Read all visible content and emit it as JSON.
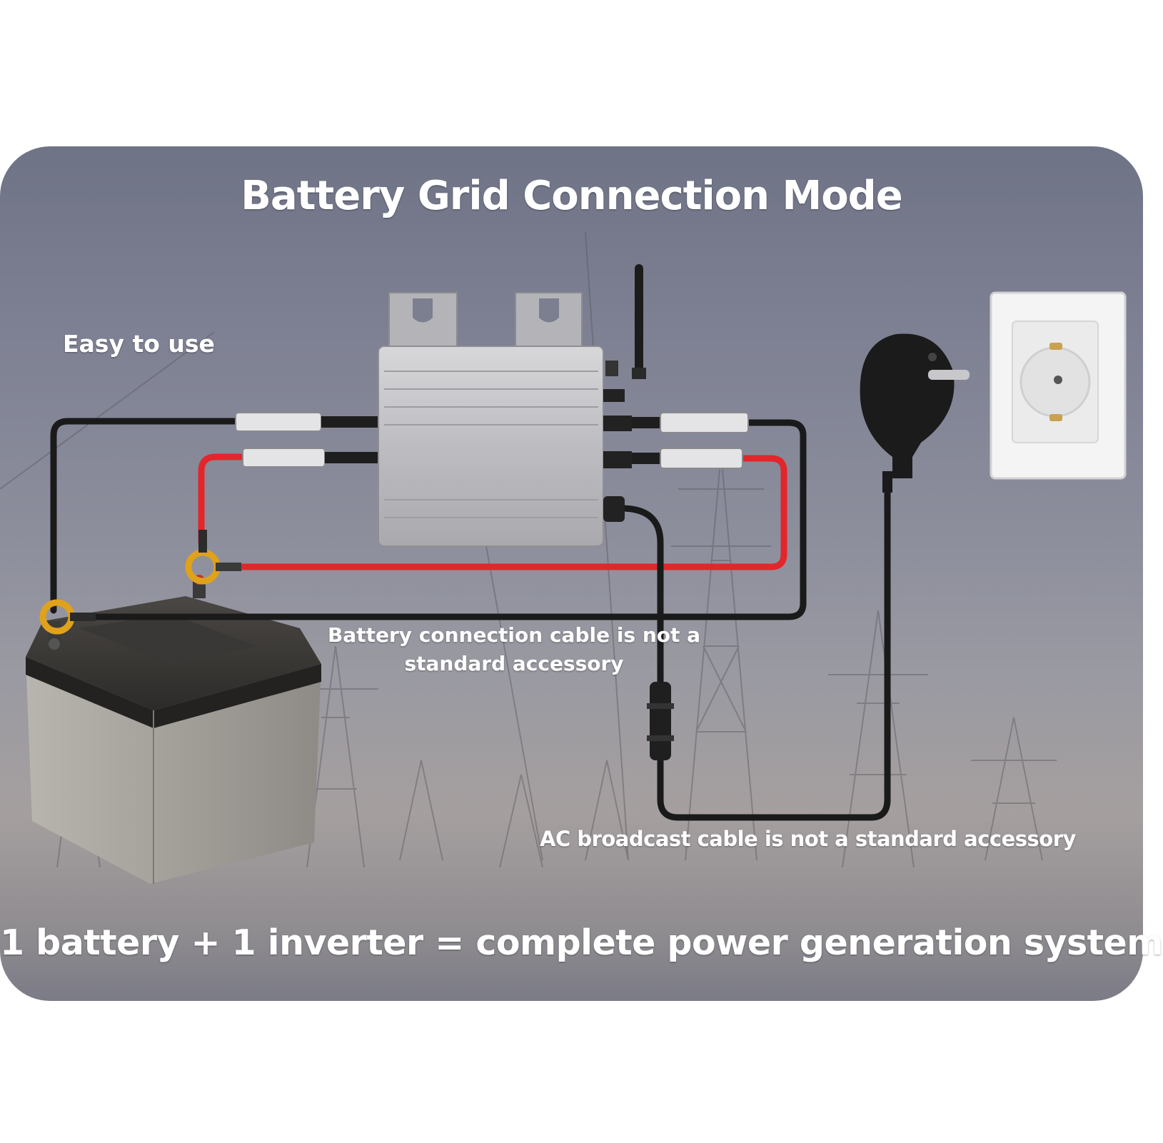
{
  "title": "Battery Grid Connection Mode",
  "easy_label": "Easy to use",
  "battery_cable_note": "Battery connection cable is not a standard accessory",
  "ac_cable_note": "AC broadcast cable is not a standard accessory",
  "summary": "1 battery + 1 inverter = complete power generation system",
  "colors": {
    "positive_cable": "#e3262b",
    "negative_cable": "#1a1a1a",
    "ring_terminal": "#e0a21a",
    "inverter_body": "#c9c9cc"
  }
}
